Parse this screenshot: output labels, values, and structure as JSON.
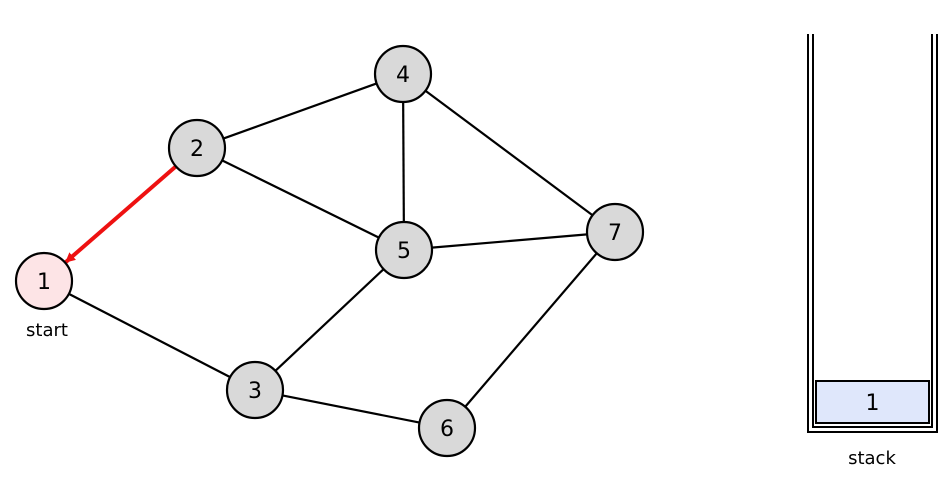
{
  "graph": {
    "nodes": [
      {
        "id": 1,
        "label": "1",
        "fill": "#fde4e6"
      },
      {
        "id": 2,
        "label": "2",
        "fill": "#d9d9d9"
      },
      {
        "id": 3,
        "label": "3",
        "fill": "#d9d9d9"
      },
      {
        "id": 4,
        "label": "4",
        "fill": "#d9d9d9"
      },
      {
        "id": 5,
        "label": "5",
        "fill": "#d9d9d9"
      },
      {
        "id": 6,
        "label": "6",
        "fill": "#d9d9d9"
      },
      {
        "id": 7,
        "label": "7",
        "fill": "#d9d9d9"
      }
    ],
    "edges": [
      {
        "from": 2,
        "to": 1,
        "highlight": true
      },
      {
        "from": 1,
        "to": 3
      },
      {
        "from": 2,
        "to": 4
      },
      {
        "from": 2,
        "to": 5
      },
      {
        "from": 4,
        "to": 5
      },
      {
        "from": 4,
        "to": 7
      },
      {
        "from": 5,
        "to": 7
      },
      {
        "from": 5,
        "to": 3
      },
      {
        "from": 3,
        "to": 6
      },
      {
        "from": 6,
        "to": 7
      }
    ],
    "start_label": "start",
    "highlight_color": "#ee1111"
  },
  "stack": {
    "items": [
      "1"
    ],
    "item_fill": "#dfe7fb",
    "label": "stack"
  }
}
